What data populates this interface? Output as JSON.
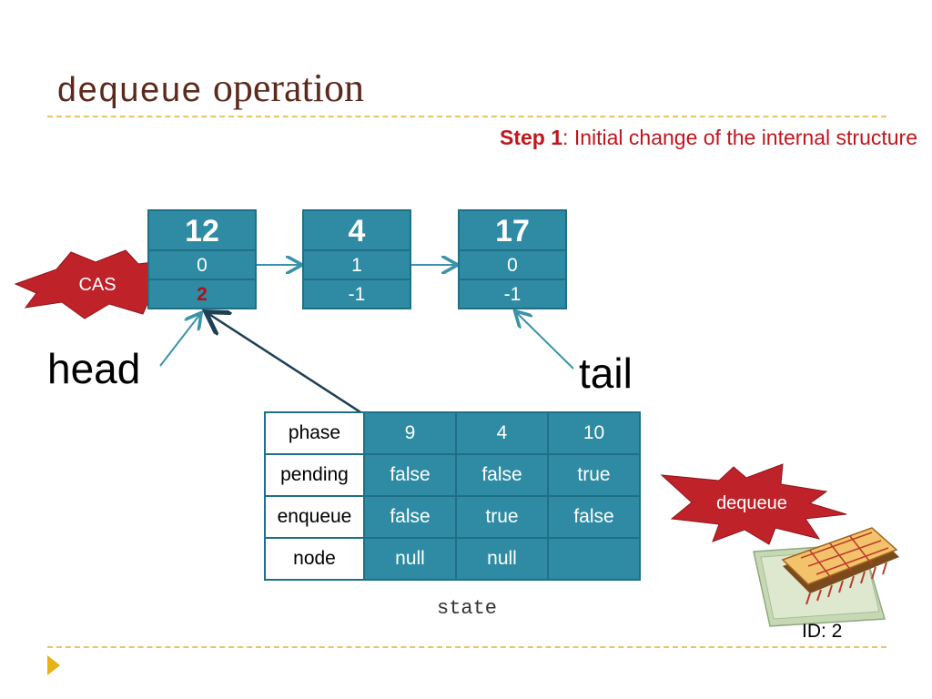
{
  "title": {
    "mono": "dequeue",
    "serif": "operation"
  },
  "step": {
    "bold": "Step 1",
    "text": ": Initial change of the internal structure"
  },
  "nodes": [
    {
      "value": "12",
      "f1": "0",
      "f2": "2"
    },
    {
      "value": "4",
      "f1": "1",
      "f2": "-1"
    },
    {
      "value": "17",
      "f1": "0",
      "f2": "-1"
    }
  ],
  "labels": {
    "head": "head",
    "tail": "tail",
    "cas": "CAS",
    "dequeue": "dequeue",
    "state": "state",
    "id": "ID: 2"
  },
  "table": {
    "rows": [
      {
        "label": "phase",
        "cells": [
          "9",
          "4",
          "10"
        ]
      },
      {
        "label": "pending",
        "cells": [
          "false",
          "false",
          "true"
        ]
      },
      {
        "label": "enqueue",
        "cells": [
          "false",
          "true",
          "false"
        ]
      },
      {
        "label": "node",
        "cells": [
          "null",
          "null",
          ""
        ]
      }
    ]
  },
  "colors": {
    "title": "#5b2a1c",
    "step": "#c0161c",
    "node_fill": "#2e8ba3",
    "star_fill": "#c0222a",
    "dash": "#e8c468"
  }
}
